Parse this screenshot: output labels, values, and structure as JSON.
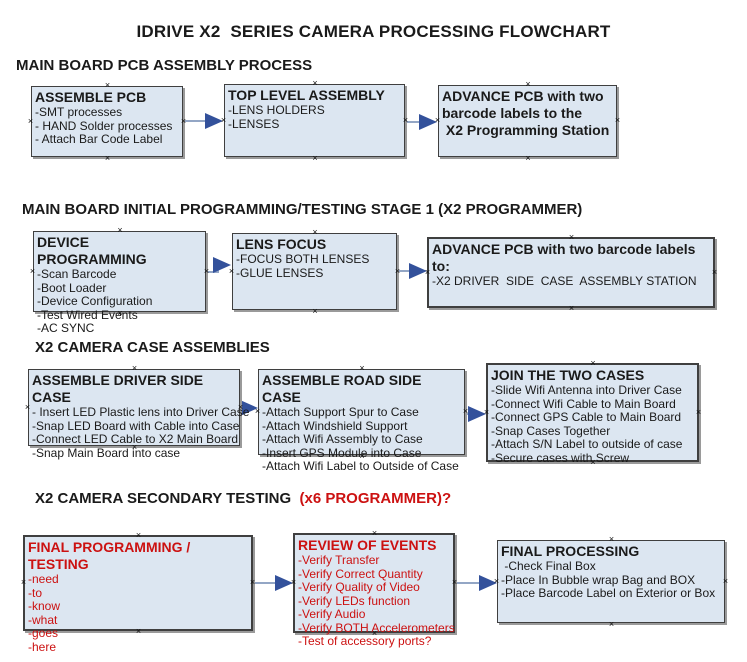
{
  "title": "IDRIVE X2  SERIES CAMERA PROCESSING FLOWCHART",
  "colors": {
    "box_fill": "#dce6f1",
    "box_border": "#3f3f3f",
    "red_accent": "#cc1111",
    "arrow_line": "#93a6c5",
    "arrow_head": "#33519b"
  },
  "sections": [
    {
      "heading": "MAIN BOARD PCB ASSEMBLY PROCESS",
      "heading_suffix": "",
      "boxes": [
        {
          "title": "ASSEMBLE PCB",
          "items": [
            "-SMT processes",
            "- HAND Solder processes",
            "- Attach Bar Code Label"
          ]
        },
        {
          "title": "TOP LEVEL ASSEMBLY",
          "items": [
            "-LENS HOLDERS",
            "-LENSES"
          ]
        },
        {
          "title": "ADVANCE PCB with two\nbarcode labels to the\n X2 Programming Station",
          "items": []
        }
      ]
    },
    {
      "heading": "MAIN BOARD INITIAL PROGRAMMING/TESTING STAGE 1 (X2 PROGRAMMER)",
      "heading_suffix": "",
      "boxes": [
        {
          "title": "DEVICE PROGRAMMING",
          "items": [
            "-Scan Barcode",
            "-Boot Loader",
            "-Device Configuration",
            "-Test Wired Events",
            "-AC SYNC"
          ]
        },
        {
          "title": "LENS FOCUS",
          "items": [
            "-FOCUS BOTH LENSES",
            "-GLUE LENSES"
          ]
        },
        {
          "title": "ADVANCE PCB with two barcode labels to:",
          "items": [
            "-X2 DRIVER  SIDE  CASE  ASSEMBLY STATION"
          ]
        }
      ]
    },
    {
      "heading": "X2 CAMERA CASE ASSEMBLIES",
      "heading_suffix": "",
      "boxes": [
        {
          "title": "ASSEMBLE DRIVER SIDE CASE",
          "items": [
            "- Insert LED Plastic lens into Driver Case",
            "-Snap LED Board with Cable into Case",
            "-Connect LED Cable to X2 Main Board",
            "-Snap Main Board into case"
          ]
        },
        {
          "title": "ASSEMBLE ROAD SIDE CASE",
          "items": [
            "-Attach Support Spur to Case",
            "-Attach Windshield Support",
            "-Attach Wifi Assembly to Case",
            "-Insert GPS Module into Case",
            "-Attach Wifi Label to Outside of Case"
          ]
        },
        {
          "title": "JOIN THE TWO CASES",
          "items": [
            "-Slide Wifi Antenna into Driver Case",
            "-Connect Wifi Cable to Main Board",
            "-Connect GPS Cable to Main Board",
            "-Snap Cases Together",
            "-Attach S/N Label to outside of case",
            "-Secure cases with Screw"
          ]
        }
      ]
    },
    {
      "heading": "X2 CAMERA SECONDARY TESTING ",
      "heading_suffix": " (x6 PROGRAMMER)?",
      "boxes": [
        {
          "title": "FINAL PROGRAMMING / TESTING",
          "items": [
            "-need",
            "-to",
            "-know",
            "-what",
            "-goes",
            "-here"
          ]
        },
        {
          "title": "REVIEW OF EVENTS",
          "items": [
            "-Verify Transfer",
            "-Verify Correct Quantity",
            "-Verify Quality of Video",
            "-Verify LEDs function",
            "-Verify Audio",
            "-Verify BOTH Accelerometers",
            "-Test of accessory ports?"
          ]
        },
        {
          "title": "FINAL PROCESSING",
          "items": [
            " -Check Final Box",
            "-Place In Bubble wrap Bag and BOX",
            "-Place Barcode Label on Exterior or Box"
          ]
        }
      ]
    }
  ]
}
